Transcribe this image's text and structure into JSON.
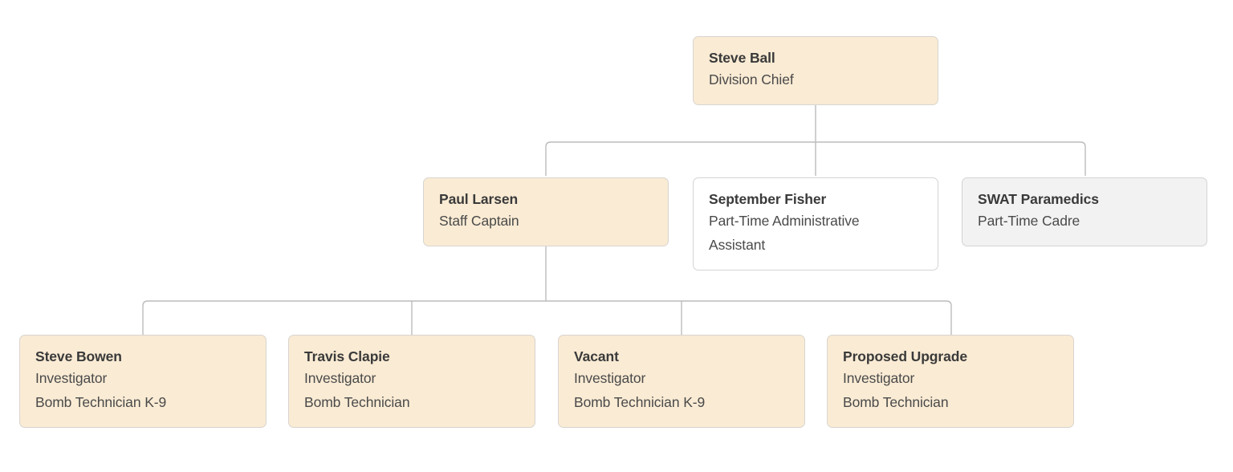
{
  "chart_data": {
    "type": "diagram",
    "diagram_type": "organization-chart",
    "orientation": "top-down",
    "background": "#ffffff",
    "connector_color": "#bcbcbc",
    "styles": {
      "filled": {
        "fill": "#faebd4",
        "border": "#d8d5d0"
      },
      "plain": {
        "fill": "#ffffff",
        "border": "#d4d4d4"
      },
      "muted": {
        "fill": "#f2f2f2",
        "border": "#d4d4d4"
      }
    },
    "levels": 3,
    "node_count": 8
  },
  "nodes": {
    "root": {
      "name": "Steve Ball",
      "line2": "Division Chief",
      "style": "filled"
    },
    "tier2": [
      {
        "name": "Paul Larsen",
        "line2": "Staff Captain",
        "style": "filled"
      },
      {
        "name": "September Fisher",
        "line2": "Part-Time Administrative",
        "line3": "Assistant",
        "style": "plain"
      },
      {
        "name": "SWAT Paramedics",
        "line2": "Part-Time Cadre",
        "style": "muted"
      }
    ],
    "tier3": [
      {
        "name": "Steve Bowen",
        "line2": "Investigator",
        "line3": "Bomb Technician K-9",
        "style": "filled"
      },
      {
        "name": "Travis Clapie",
        "line2": "Investigator",
        "line3": "Bomb Technician",
        "style": "filled"
      },
      {
        "name": "Vacant",
        "line2": "Investigator",
        "line3": "Bomb Technician K-9",
        "style": "filled"
      },
      {
        "name": "Proposed Upgrade",
        "line2": "Investigator",
        "line3": "Bomb Technician",
        "style": "filled"
      }
    ]
  }
}
